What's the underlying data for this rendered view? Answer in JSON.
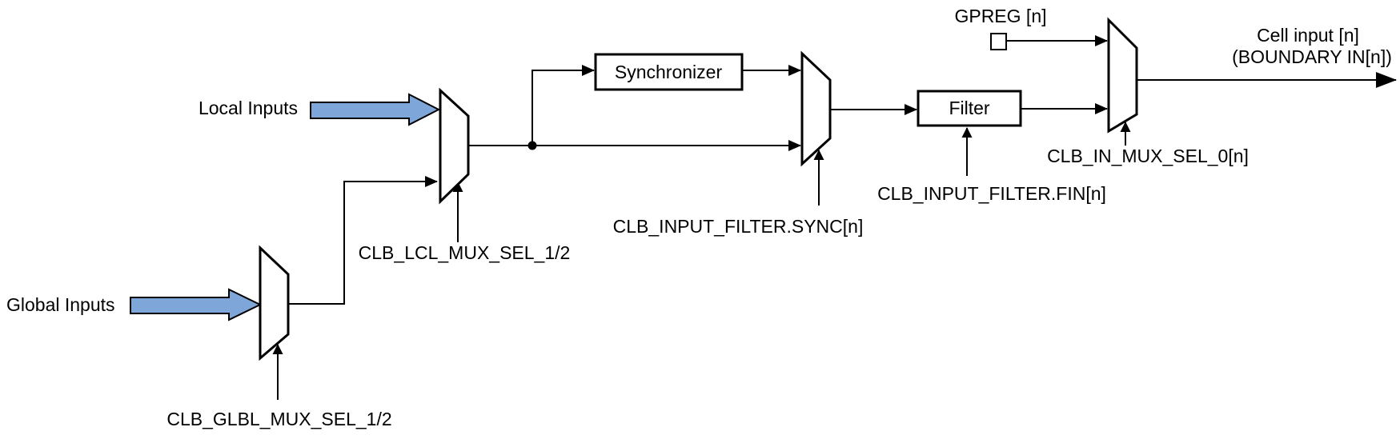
{
  "diagram": {
    "title_implicit": "CLB cell input selection path",
    "labels": {
      "local_inputs": "Local Inputs",
      "global_inputs": "Global Inputs",
      "glbl_mux_sel": "CLB_GLBL_MUX_SEL_1/2",
      "lcl_mux_sel": "CLB_LCL_MUX_SEL_1/2",
      "synchronizer": "Synchronizer",
      "sync_mux_sel": "CLB_INPUT_FILTER.SYNC[n]",
      "filter": "Filter",
      "filter_sel": "CLB_INPUT_FILTER.FIN[n]",
      "gpreg": "GPREG [n]",
      "in_mux_sel": "CLB_IN_MUX_SEL_0[n]",
      "output_line1": "Cell input [n]",
      "output_line2": "(BOUNDARY IN[n])"
    },
    "colors": {
      "input_arrow_fill": "#7EA6D9",
      "line": "#000000",
      "background": "#FFFFFF"
    }
  }
}
